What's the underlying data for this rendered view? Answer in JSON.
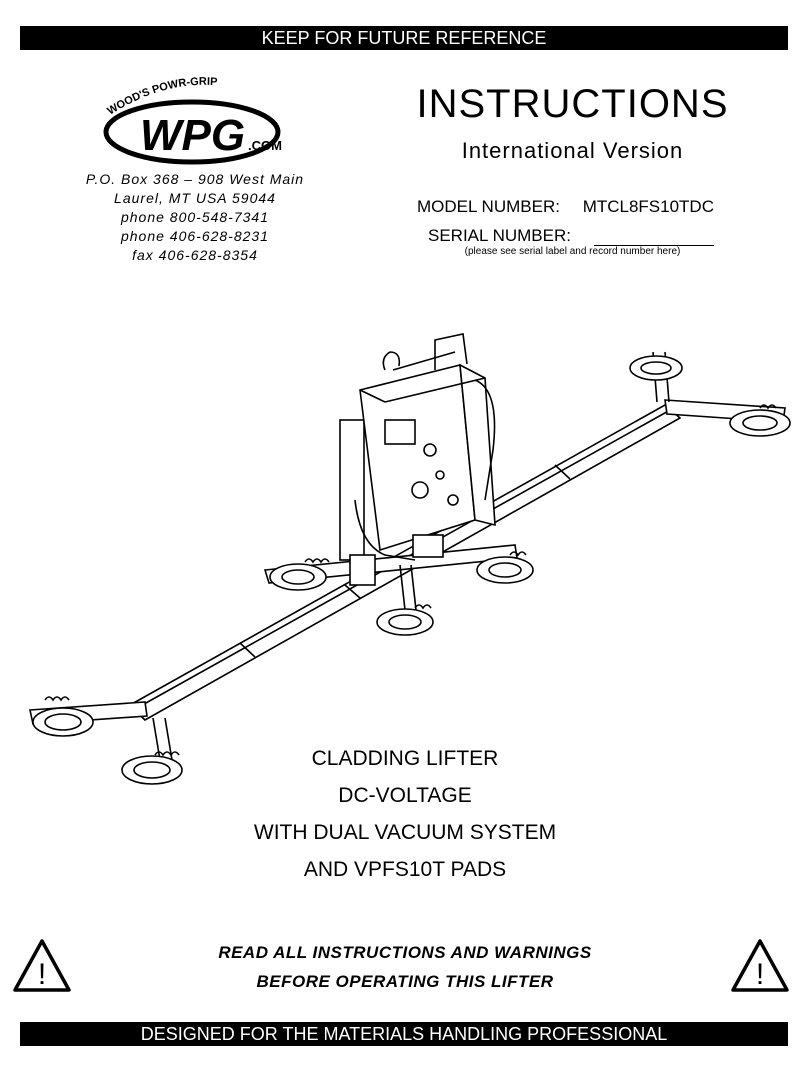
{
  "header_bar": {
    "text": "KEEP FOR FUTURE REFERENCE"
  },
  "logo": {
    "arc_text": "WOOD'S POWR-GRIP",
    "mark": "WPG",
    "suffix": ".COM"
  },
  "address": {
    "lines": [
      "P.O. Box 368 – 908 West Main",
      "Laurel, MT  USA  59044",
      "phone  800-548-7341",
      "phone  406-628-8231",
      "fax  406-628-8354"
    ]
  },
  "title": "INSTRUCTIONS",
  "subtitle": "International Version",
  "model": {
    "label": "MODEL NUMBER:",
    "value": "MTCL8FS10TDC"
  },
  "serial": {
    "label": "SERIAL NUMBER:",
    "note": "(please see serial label and record number here)"
  },
  "illustration": {
    "icon": "vacuum-lifter-illustration"
  },
  "product_description": {
    "lines": [
      "CLADDING LIFTER",
      "DC-VOLTAGE",
      "WITH DUAL VACUUM SYSTEM",
      "AND VPFS10T PADS"
    ]
  },
  "warning": {
    "lines": [
      "READ ALL INSTRUCTIONS AND WARNINGS",
      "BEFORE OPERATING THIS LIFTER"
    ],
    "icon": "warning-triangle-icon",
    "mark": "!"
  },
  "footer_bar": {
    "text": "DESIGNED FOR THE MATERIALS HANDLING PROFESSIONAL"
  }
}
